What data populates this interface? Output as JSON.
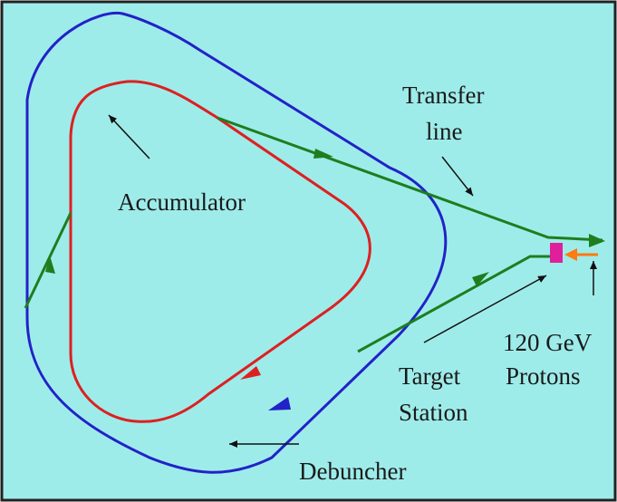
{
  "labels": {
    "transfer": "Transfer",
    "line": "line",
    "accumulator": "Accumulator",
    "energy": "120 GeV",
    "target": "Target",
    "protons": "Protons",
    "station": "Station",
    "debuncher": "Debuncher"
  },
  "colors": {
    "background": "#9eecea",
    "frame": "#222222",
    "debuncher_ring": "#2222c8",
    "accumulator_ring": "#dd2020",
    "transfer_line": "#1e7e1e",
    "proton_beam": "#ff7a10",
    "target": "#e0209a",
    "pointer": "#111111"
  }
}
